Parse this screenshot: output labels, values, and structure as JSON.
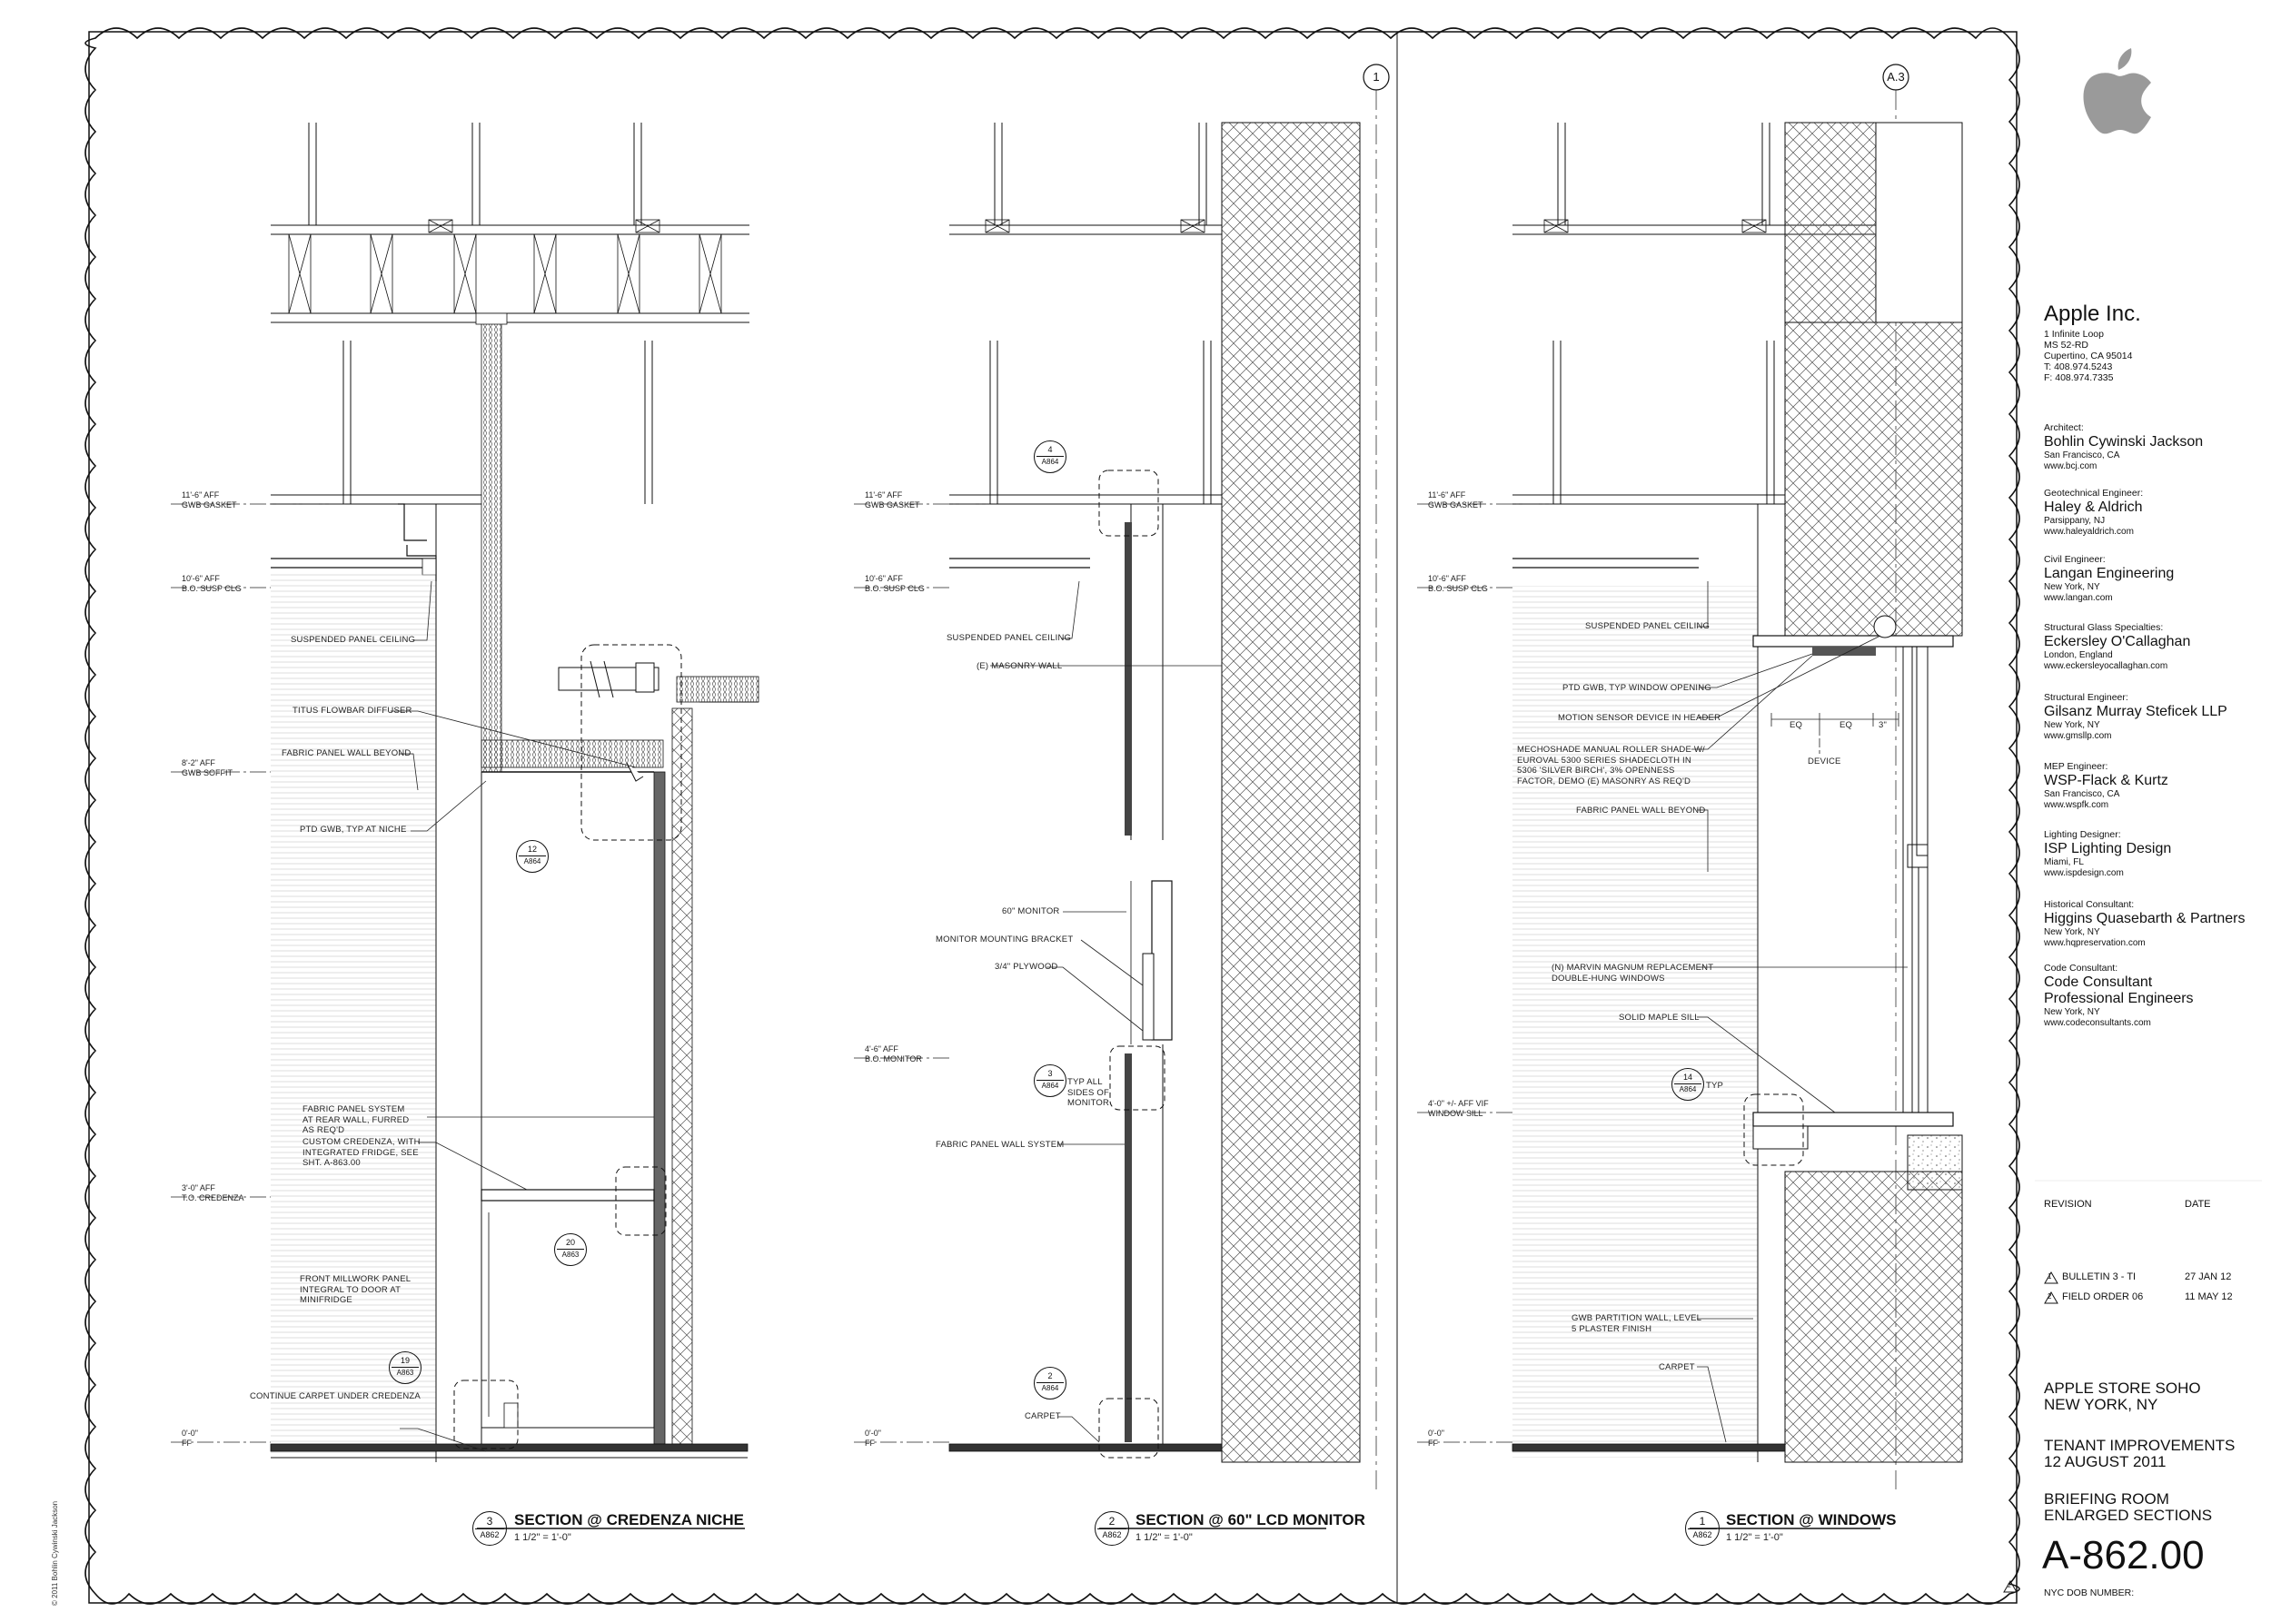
{
  "sheet": {
    "copyright": "© 2011 Bohlin Cywinski Jackson",
    "grid_bubbles": [
      "1",
      "A.3"
    ]
  },
  "section3": {
    "number": "3",
    "ref": "A862",
    "title": "SECTION @ CREDENZA NICHE",
    "scale": "1 1/2\" = 1'-0\"",
    "levels": [
      {
        "elev": "11'-6\" AFF",
        "name": "GWB GASKET"
      },
      {
        "elev": "10'-6\" AFF",
        "name": "B.O. SUSP CLG"
      },
      {
        "elev": "8'-2\" AFF",
        "name": "GWB SOFFIT"
      },
      {
        "elev": "3'-0\" AFF",
        "name": "T.O. CREDENZA"
      },
      {
        "elev": "0'-0\"",
        "name": "FF"
      }
    ],
    "notes": [
      "SUSPENDED PANEL CEILING",
      "TITUS FLOWBAR DIFFUSER",
      "FABRIC PANEL WALL BEYOND",
      "PTD GWB, TYP AT NICHE",
      "FABRIC PANEL SYSTEM\nAT REAR WALL, FURRED\nAS REQ'D",
      "CUSTOM CREDENZA, WITH\nINTEGRATED FRIDGE, SEE\nSHT. A-863.00",
      "FRONT MILLWORK PANEL\nINTEGRAL TO DOOR AT\nMINIFRIDGE",
      "CONTINUE CARPET UNDER CREDENZA"
    ],
    "details": [
      {
        "num": "12",
        "ref": "A864"
      },
      {
        "num": "20",
        "ref": "A863"
      },
      {
        "num": "19",
        "ref": "A863"
      }
    ]
  },
  "section2": {
    "number": "2",
    "ref": "A862",
    "title": "SECTION @ 60\" LCD MONITOR",
    "scale": "1 1/2\" = 1'-0\"",
    "levels": [
      {
        "elev": "11'-6\" AFF",
        "name": "GWB GASKET"
      },
      {
        "elev": "10'-6\" AFF",
        "name": "B.O. SUSP CLG"
      },
      {
        "elev": "4'-6\" AFF",
        "name": "B.O. MONITOR"
      },
      {
        "elev": "0'-0\"",
        "name": "FF"
      }
    ],
    "notes": [
      "SUSPENDED PANEL CEILING",
      "(E) MASONRY WALL",
      "60\" MONITOR",
      "MONITOR MOUNTING BRACKET",
      "3/4\" PLYWOOD",
      "TYP ALL\nSIDES OF\nMONITOR",
      "FABRIC PANEL WALL SYSTEM",
      "CARPET"
    ],
    "details": [
      {
        "num": "4",
        "ref": "A864"
      },
      {
        "num": "3",
        "ref": "A864"
      },
      {
        "num": "2",
        "ref": "A864"
      }
    ]
  },
  "section1": {
    "number": "1",
    "ref": "A862",
    "title": "SECTION @ WINDOWS",
    "scale": "1 1/2\" = 1'-0\"",
    "levels": [
      {
        "elev": "11'-6\" AFF",
        "name": "GWB GASKET"
      },
      {
        "elev": "10'-6\" AFF",
        "name": "B.O. SUSP CLG"
      },
      {
        "elev": "4'-0\" +/- AFF VIF",
        "name": "WINDOW SILL"
      },
      {
        "elev": "0'-0\"",
        "name": "FF"
      }
    ],
    "notes": [
      "SUSPENDED PANEL CEILING",
      "PTD GWB, TYP WINDOW OPENING",
      "MOTION SENSOR DEVICE IN HEADER",
      "MECHOSHADE MANUAL ROLLER SHADE W/\nEUROVAL 5300 SERIES SHADECLOTH IN\n5306 'SILVER BIRCH', 3% OPENNESS\nFACTOR, DEMO (E) MASONRY AS REQ'D",
      "FABRIC PANEL WALL BEYOND",
      "(N) MARVIN MAGNUM REPLACEMENT\nDOUBLE-HUNG WINDOWS",
      "SOLID MAPLE SILL",
      "GWB PARTITION WALL, LEVEL\n5 PLASTER FINISH",
      "CARPET"
    ],
    "dims": [
      "EQ",
      "EQ",
      "3\""
    ],
    "device": "DEVICE",
    "typ": "TYP",
    "details": [
      {
        "num": "14",
        "ref": "A864"
      }
    ]
  },
  "titleblock": {
    "client": "Apple Inc.",
    "client_addr": "1 Infinite Loop\nMS 52-RD\nCupertino, CA 95014\nT: 408.974.5243\nF: 408.974.7335",
    "consultants": [
      {
        "role": "Architect:",
        "firm": "Bohlin Cywinski Jackson",
        "addr": "San Francisco, CA\nwww.bcj.com"
      },
      {
        "role": "Geotechnical Engineer:",
        "firm": "Haley & Aldrich",
        "addr": "Parsippany, NJ\nwww.haleyaldrich.com"
      },
      {
        "role": "Civil Engineer:",
        "firm": "Langan Engineering",
        "addr": "New York, NY\nwww.langan.com"
      },
      {
        "role": "Structural Glass Specialties:",
        "firm": "Eckersley O'Callaghan",
        "addr": "London, England\nwww.eckersleyocallaghan.com"
      },
      {
        "role": "Structural Engineer:",
        "firm": "Gilsanz Murray Steficek LLP",
        "addr": "New York, NY\nwww.gmsllp.com"
      },
      {
        "role": "MEP Engineer:",
        "firm": "WSP-Flack & Kurtz",
        "addr": "San Francisco, CA\nwww.wspfk.com"
      },
      {
        "role": "Lighting Designer:",
        "firm": "ISP Lighting Design",
        "addr": "Miami, FL\nwww.ispdesign.com"
      },
      {
        "role": "Historical Consultant:",
        "firm": "Higgins Quasebarth & Partners",
        "addr": "New York, NY\nwww.hqpreservation.com"
      },
      {
        "role": "Code Consultant:",
        "firm": "Code Consultant\nProfessional Engineers",
        "addr": "New York, NY\nwww.codeconsultants.com"
      }
    ],
    "revision_header": "REVISION",
    "date_header": "DATE",
    "revisions": [
      {
        "tag": "1",
        "label": "BULLETIN 3 - TI",
        "date": "27 JAN 12"
      },
      {
        "tag": "2",
        "label": "FIELD ORDER 06",
        "date": "11 MAY 12"
      }
    ],
    "project": "APPLE STORE SOHO\nNEW YORK, NY",
    "phase": "TENANT IMPROVEMENTS\n12 AUGUST 2011",
    "sheet_title": "BRIEFING ROOM\nENLARGED SECTIONS",
    "sheet_number": "A-862.00",
    "dob": "NYC DOB NUMBER:",
    "corner_tag": "2"
  }
}
